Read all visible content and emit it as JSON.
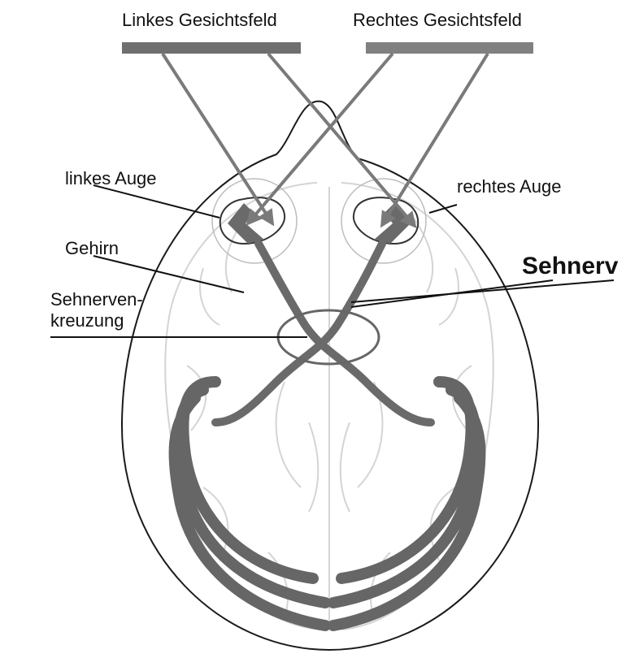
{
  "labels": {
    "left_field": "Linkes Gesichtsfeld",
    "right_field": "Rechtes Gesichtsfeld",
    "left_eye": "linkes Auge",
    "right_eye": "rechtes Auge",
    "brain": "Gehirn",
    "optic_nerve": "Sehnerv",
    "chiasm_line1": "Sehnerven-",
    "chiasm_line2": "kreuzung"
  },
  "colors": {
    "field_bar": "#6f6f6f",
    "arrow": "#7a7a7a",
    "pathway": "#6a6a6a",
    "head_outline": "#1a1a1a",
    "brain_outline": "#d4d4d4",
    "leader_line": "#111111"
  }
}
